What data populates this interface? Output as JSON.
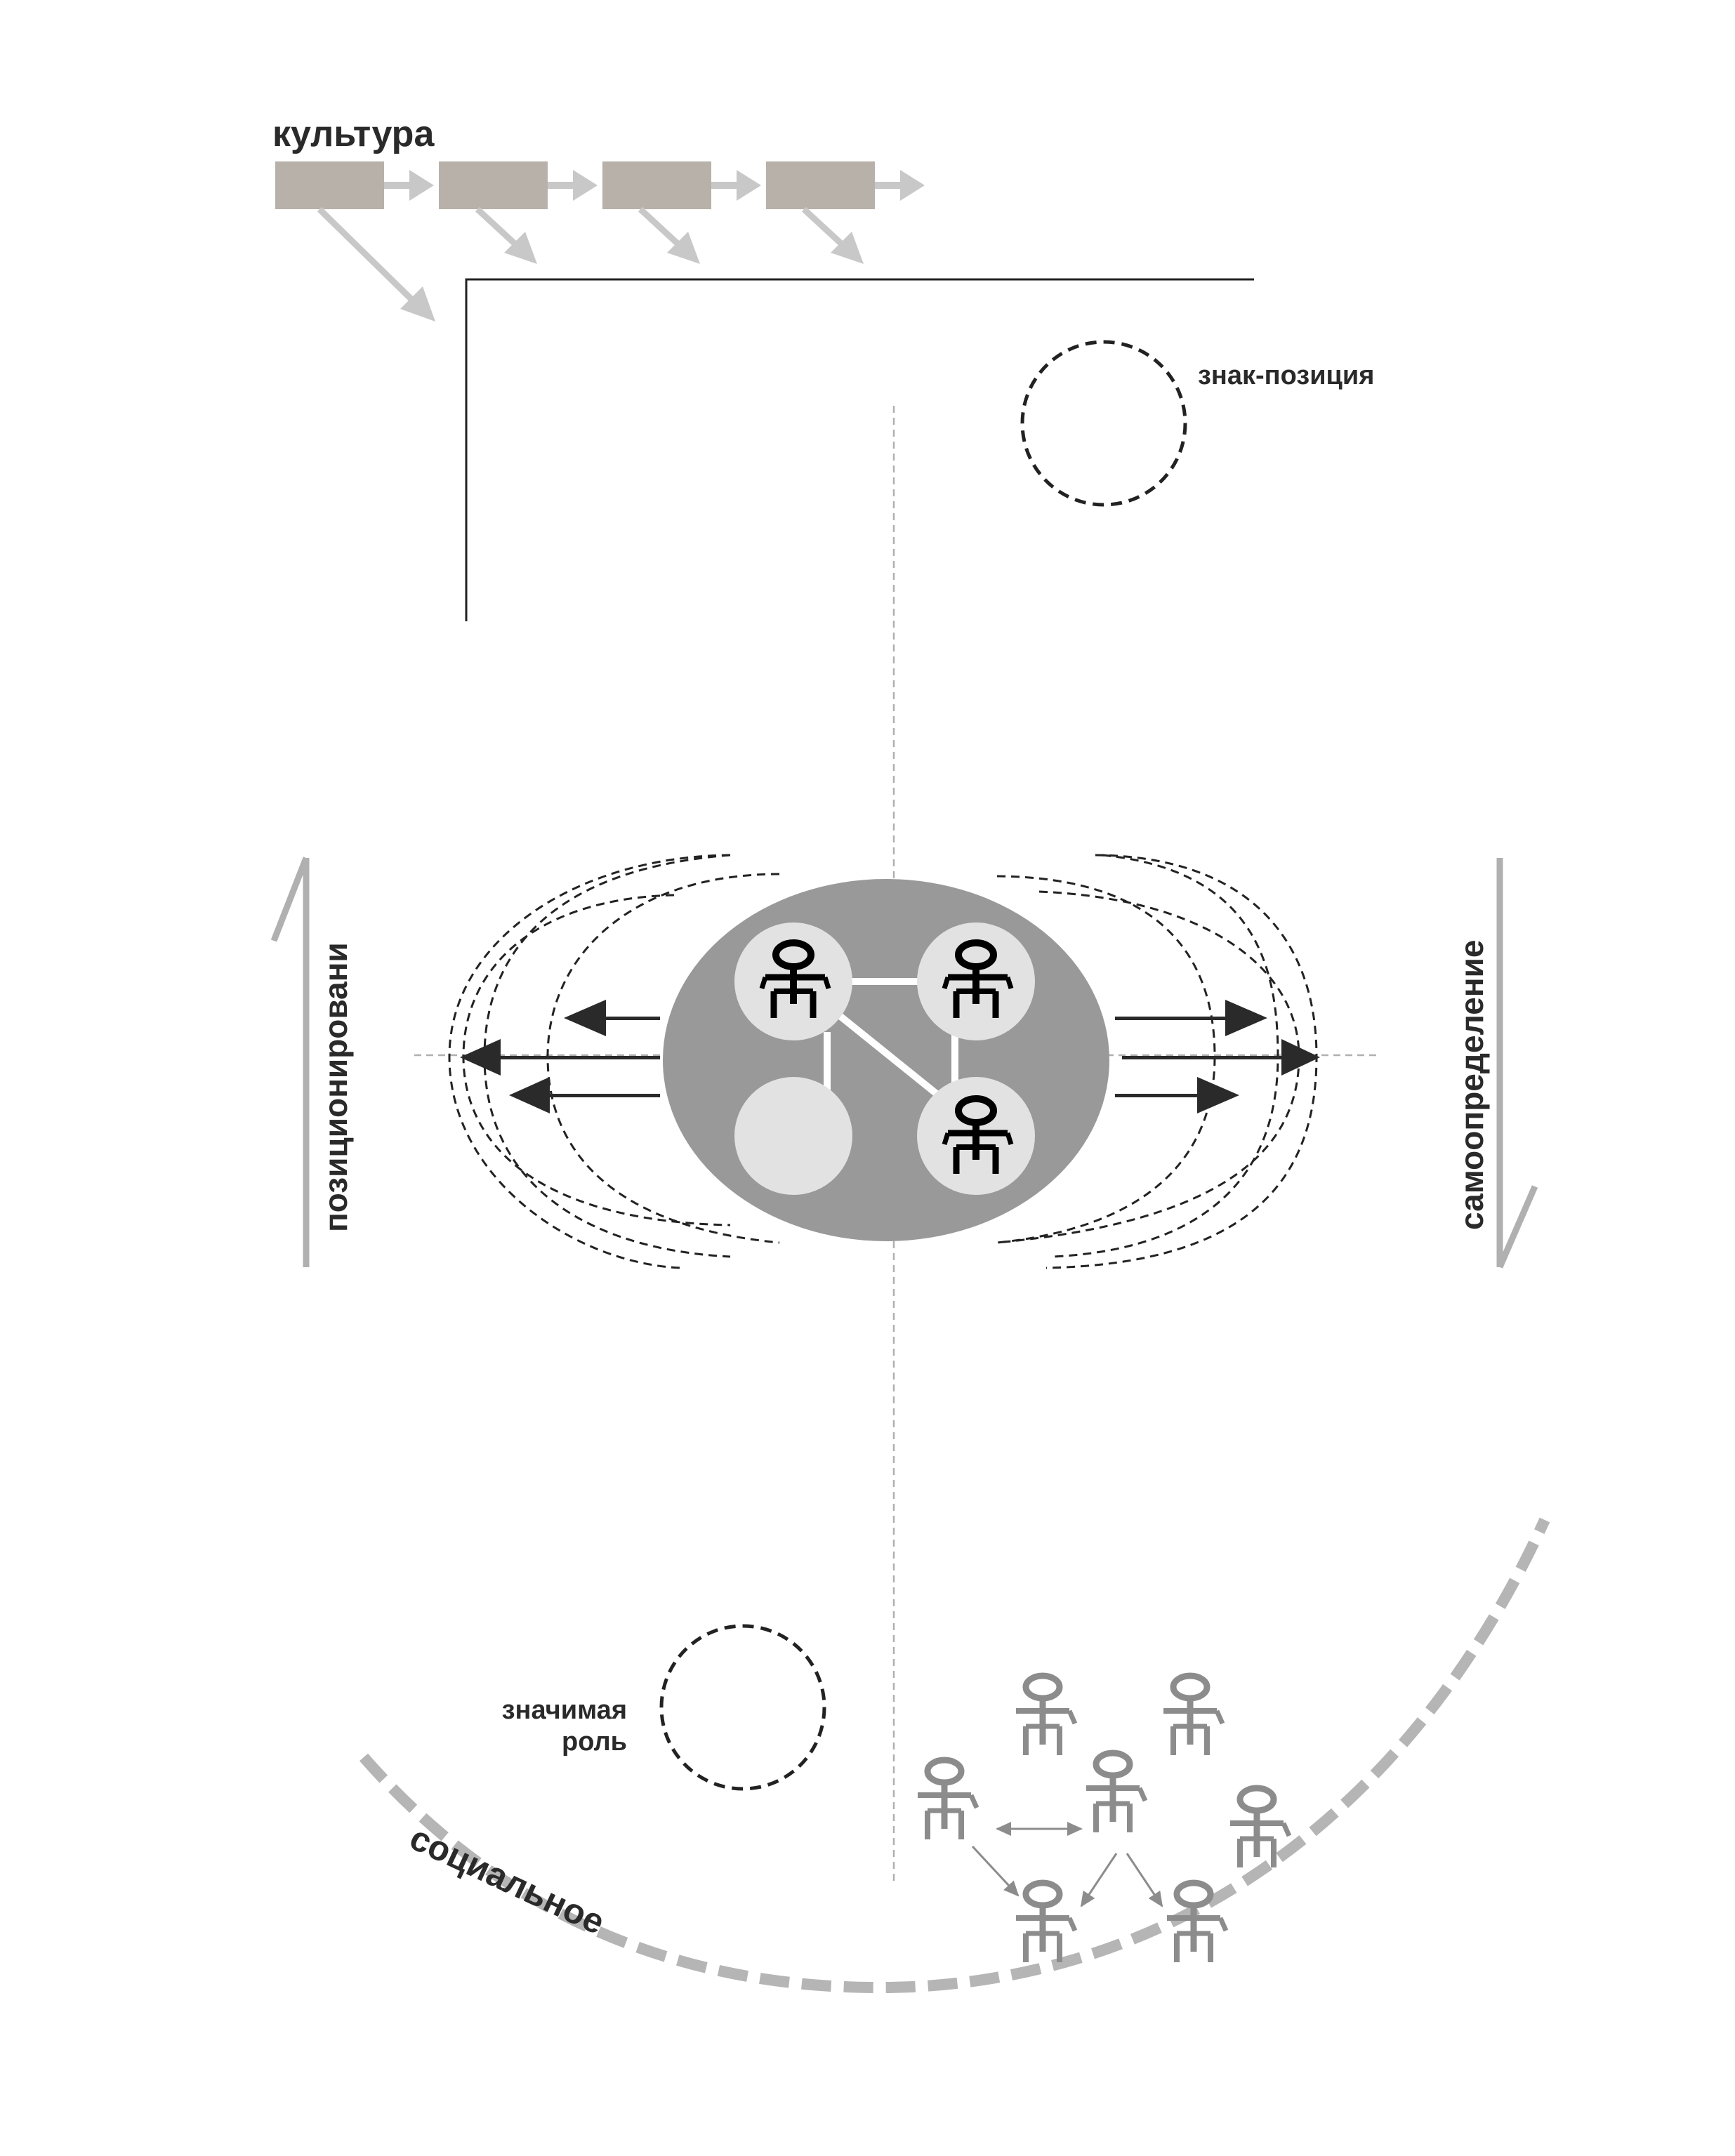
{
  "labels": {
    "culture": "культура",
    "sign_position": "знак-позиция",
    "positioning": "позиционировани",
    "self_determination": "самоопределение",
    "significant_role_line1": "значимая",
    "significant_role_line2": "роль",
    "social": "социальное"
  },
  "colors": {
    "culture_box": "#b7b1aa",
    "culture_arrow": "#c8c8c8",
    "ellipse": "#999999",
    "inner_circle": "#e2e2e2",
    "figure_dark": "#000000",
    "figure_gray": "#8c8c8c",
    "social_arc": "#b5b5b5",
    "dashed": "#222222",
    "axis": "#b0b0b0"
  },
  "icons": {
    "person": "person-icon",
    "arrow": "arrow-icon",
    "circle": "dashed-circle-icon"
  }
}
